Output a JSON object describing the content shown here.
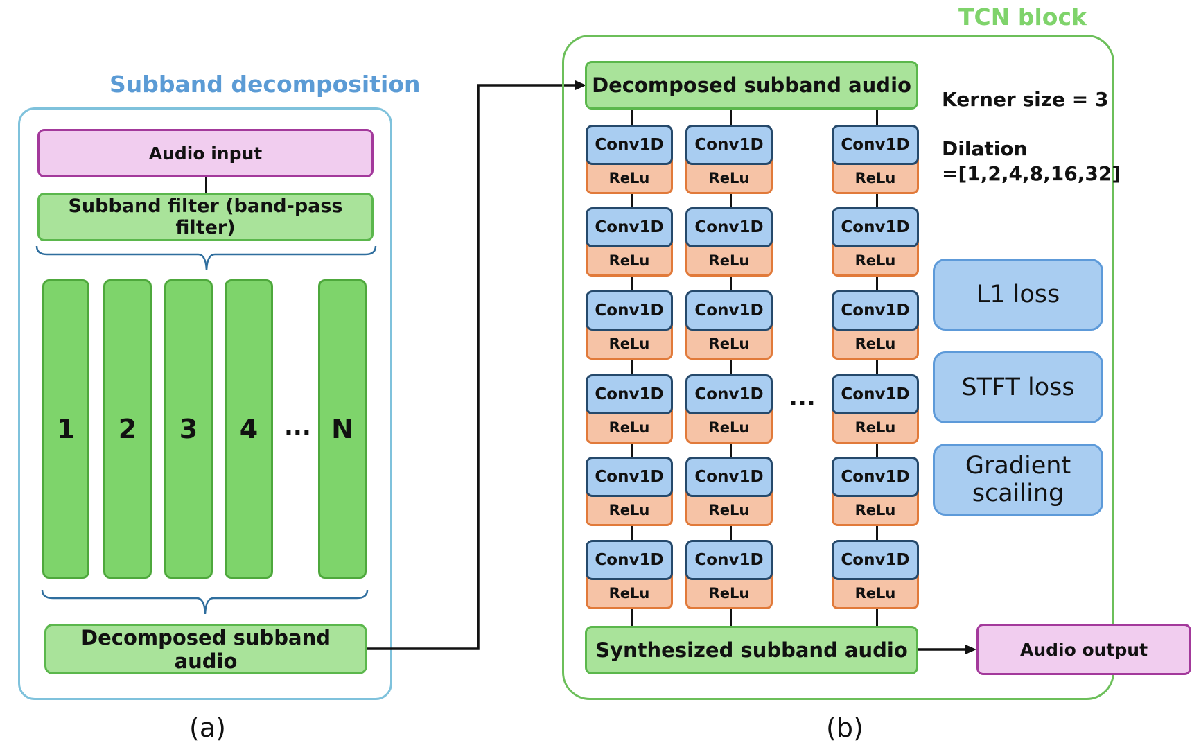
{
  "panel_a": {
    "title": "Subband decomposition",
    "audio_input": "Audio input",
    "subband_filter": "Subband filter (band-pass filter)",
    "bands": [
      "1",
      "2",
      "3",
      "4",
      "N"
    ],
    "ellipsis": "...",
    "decomposed": "Decomposed subband audio",
    "caption": "(a)"
  },
  "panel_b": {
    "title": "TCN block",
    "decomposed": "Decomposed subband audio",
    "synthesized": "Synthesized subband audio",
    "conv_label": "Conv1D",
    "relu_label": "ReLu",
    "ellipsis": "...",
    "kernel": "Kerner size  =  3",
    "dilation_line1": "Dilation",
    "dilation_line2": "=[1,2,4,8,16,32]",
    "losses": [
      "L1 loss",
      "STFT loss",
      "Gradient scailing"
    ],
    "caption": "(b)"
  },
  "audio_output": "Audio output",
  "colors": {
    "panel_a_title": "#5b9bd5",
    "panel_b_title": "#7fd36b",
    "green_fill": "#a9e39a",
    "pink_fill": "#f1cdef",
    "blue_fill": "#a9cdf1",
    "relu_fill": "#f6c3a6"
  }
}
